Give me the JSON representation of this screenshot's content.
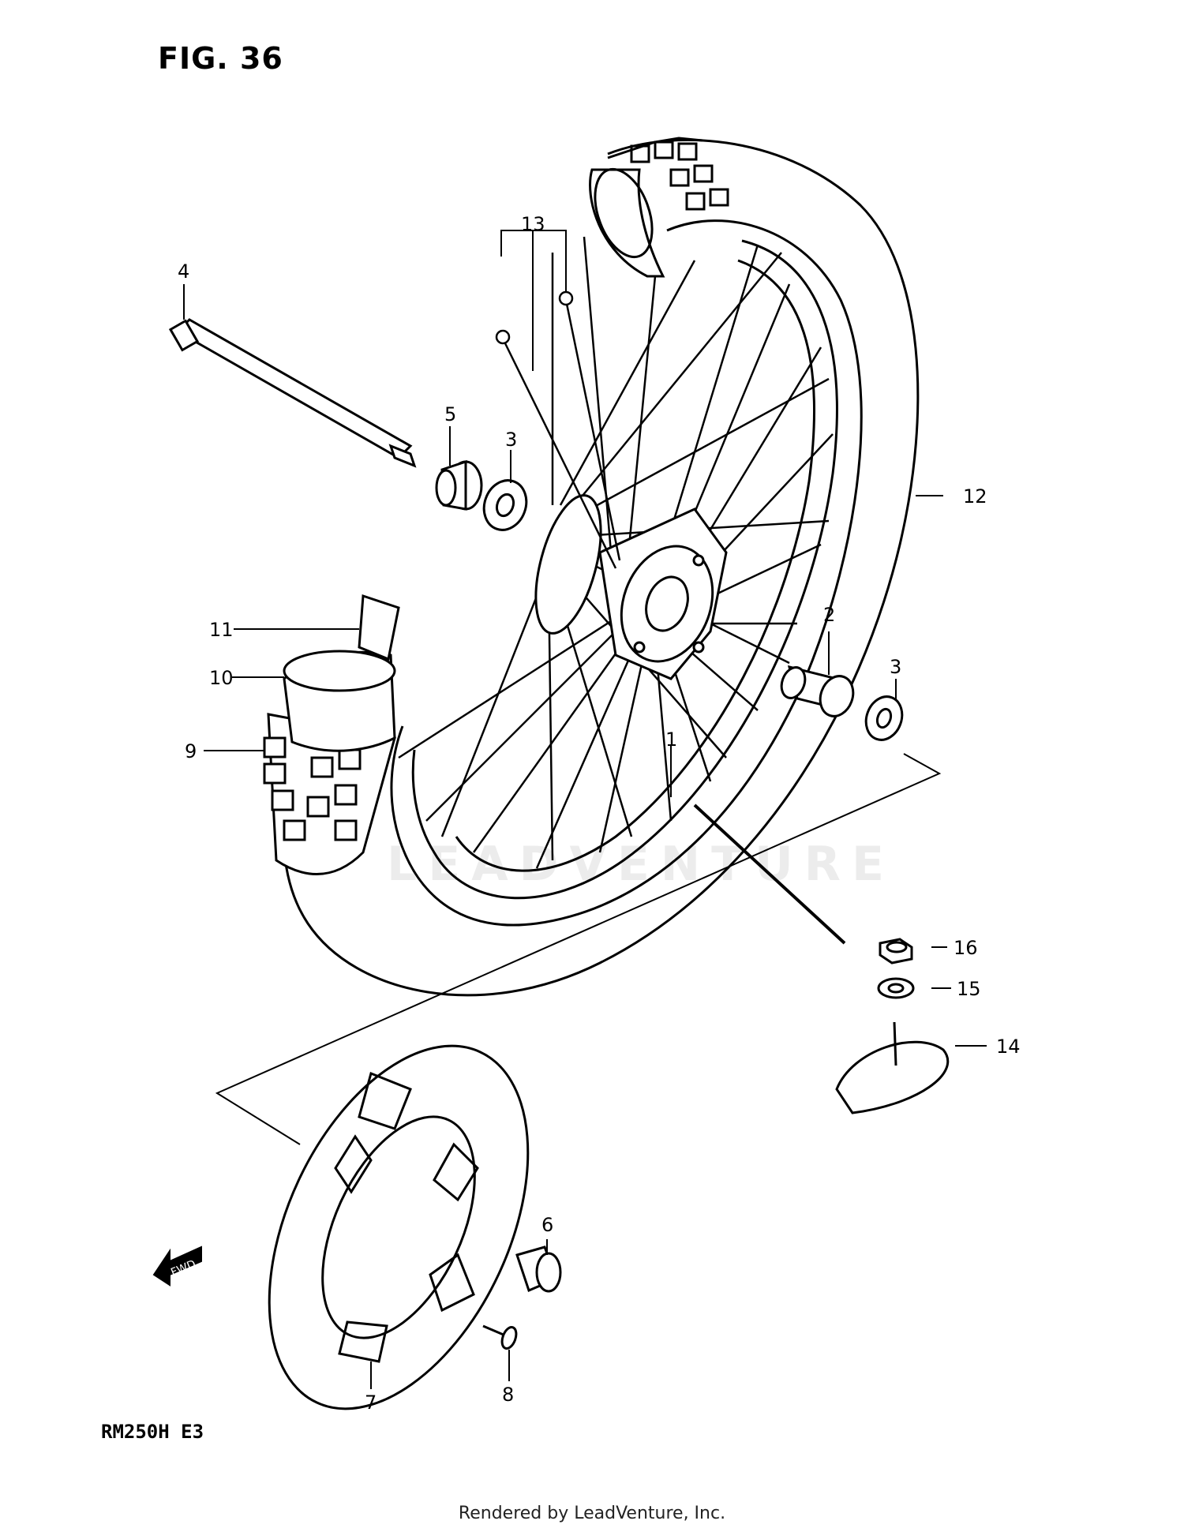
{
  "figure": {
    "title": "FIG. 36"
  },
  "model": "RM250H  E3",
  "footer": "Rendered by LeadVenture, Inc.",
  "watermark": "LEADVENTURE",
  "callouts": [
    {
      "id": "c1",
      "label": "1"
    },
    {
      "id": "c2",
      "label": "2"
    },
    {
      "id": "c3a",
      "label": "3"
    },
    {
      "id": "c3b",
      "label": "3"
    },
    {
      "id": "c4",
      "label": "4"
    },
    {
      "id": "c5",
      "label": "5"
    },
    {
      "id": "c6",
      "label": "6"
    },
    {
      "id": "c7",
      "label": "7"
    },
    {
      "id": "c8",
      "label": "8"
    },
    {
      "id": "c9",
      "label": "9"
    },
    {
      "id": "c10",
      "label": "10"
    },
    {
      "id": "c11",
      "label": "11"
    },
    {
      "id": "c12",
      "label": "12"
    },
    {
      "id": "c13",
      "label": "13"
    },
    {
      "id": "c14",
      "label": "14"
    },
    {
      "id": "c15",
      "label": "15"
    },
    {
      "id": "c16",
      "label": "16"
    }
  ],
  "fwd_arrow": "FWD",
  "colors": {
    "ink": "#000000",
    "paper": "#ffffff"
  }
}
